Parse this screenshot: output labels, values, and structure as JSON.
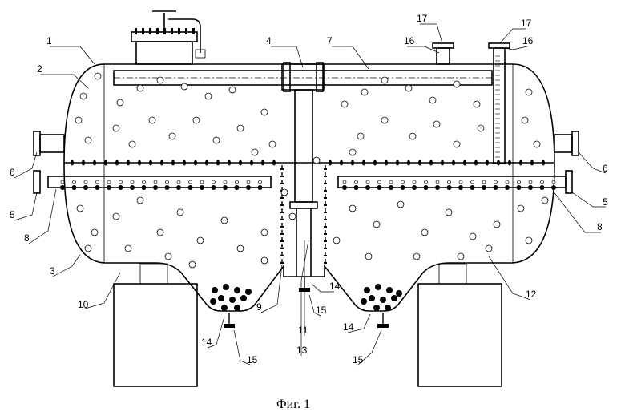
{
  "figure": {
    "caption": "Фиг. 1",
    "labels": [
      {
        "id": "lbl-1",
        "text": "1"
      },
      {
        "id": "lbl-2",
        "text": "2"
      },
      {
        "id": "lbl-3",
        "text": "3"
      },
      {
        "id": "lbl-4",
        "text": "4"
      },
      {
        "id": "lbl-5-left",
        "text": "5"
      },
      {
        "id": "lbl-5-right",
        "text": "5"
      },
      {
        "id": "lbl-6-left",
        "text": "6"
      },
      {
        "id": "lbl-6-right",
        "text": "6"
      },
      {
        "id": "lbl-7",
        "text": "7"
      },
      {
        "id": "lbl-8-left",
        "text": "8"
      },
      {
        "id": "lbl-8-right",
        "text": "8"
      },
      {
        "id": "lbl-9",
        "text": "9"
      },
      {
        "id": "lbl-10",
        "text": "10"
      },
      {
        "id": "lbl-11",
        "text": "11"
      },
      {
        "id": "lbl-12",
        "text": "12"
      },
      {
        "id": "lbl-13",
        "text": "13"
      },
      {
        "id": "lbl-14-left",
        "text": "14"
      },
      {
        "id": "lbl-14-mid",
        "text": "14"
      },
      {
        "id": "lbl-14-right",
        "text": "14"
      },
      {
        "id": "lbl-15-left",
        "text": "15"
      },
      {
        "id": "lbl-15-mid",
        "text": "15"
      },
      {
        "id": "lbl-15-right",
        "text": "15"
      },
      {
        "id": "lbl-16-left",
        "text": "16"
      },
      {
        "id": "lbl-16-right",
        "text": "16"
      },
      {
        "id": "lbl-17-left",
        "text": "17"
      },
      {
        "id": "lbl-17-right",
        "text": "17"
      }
    ]
  }
}
